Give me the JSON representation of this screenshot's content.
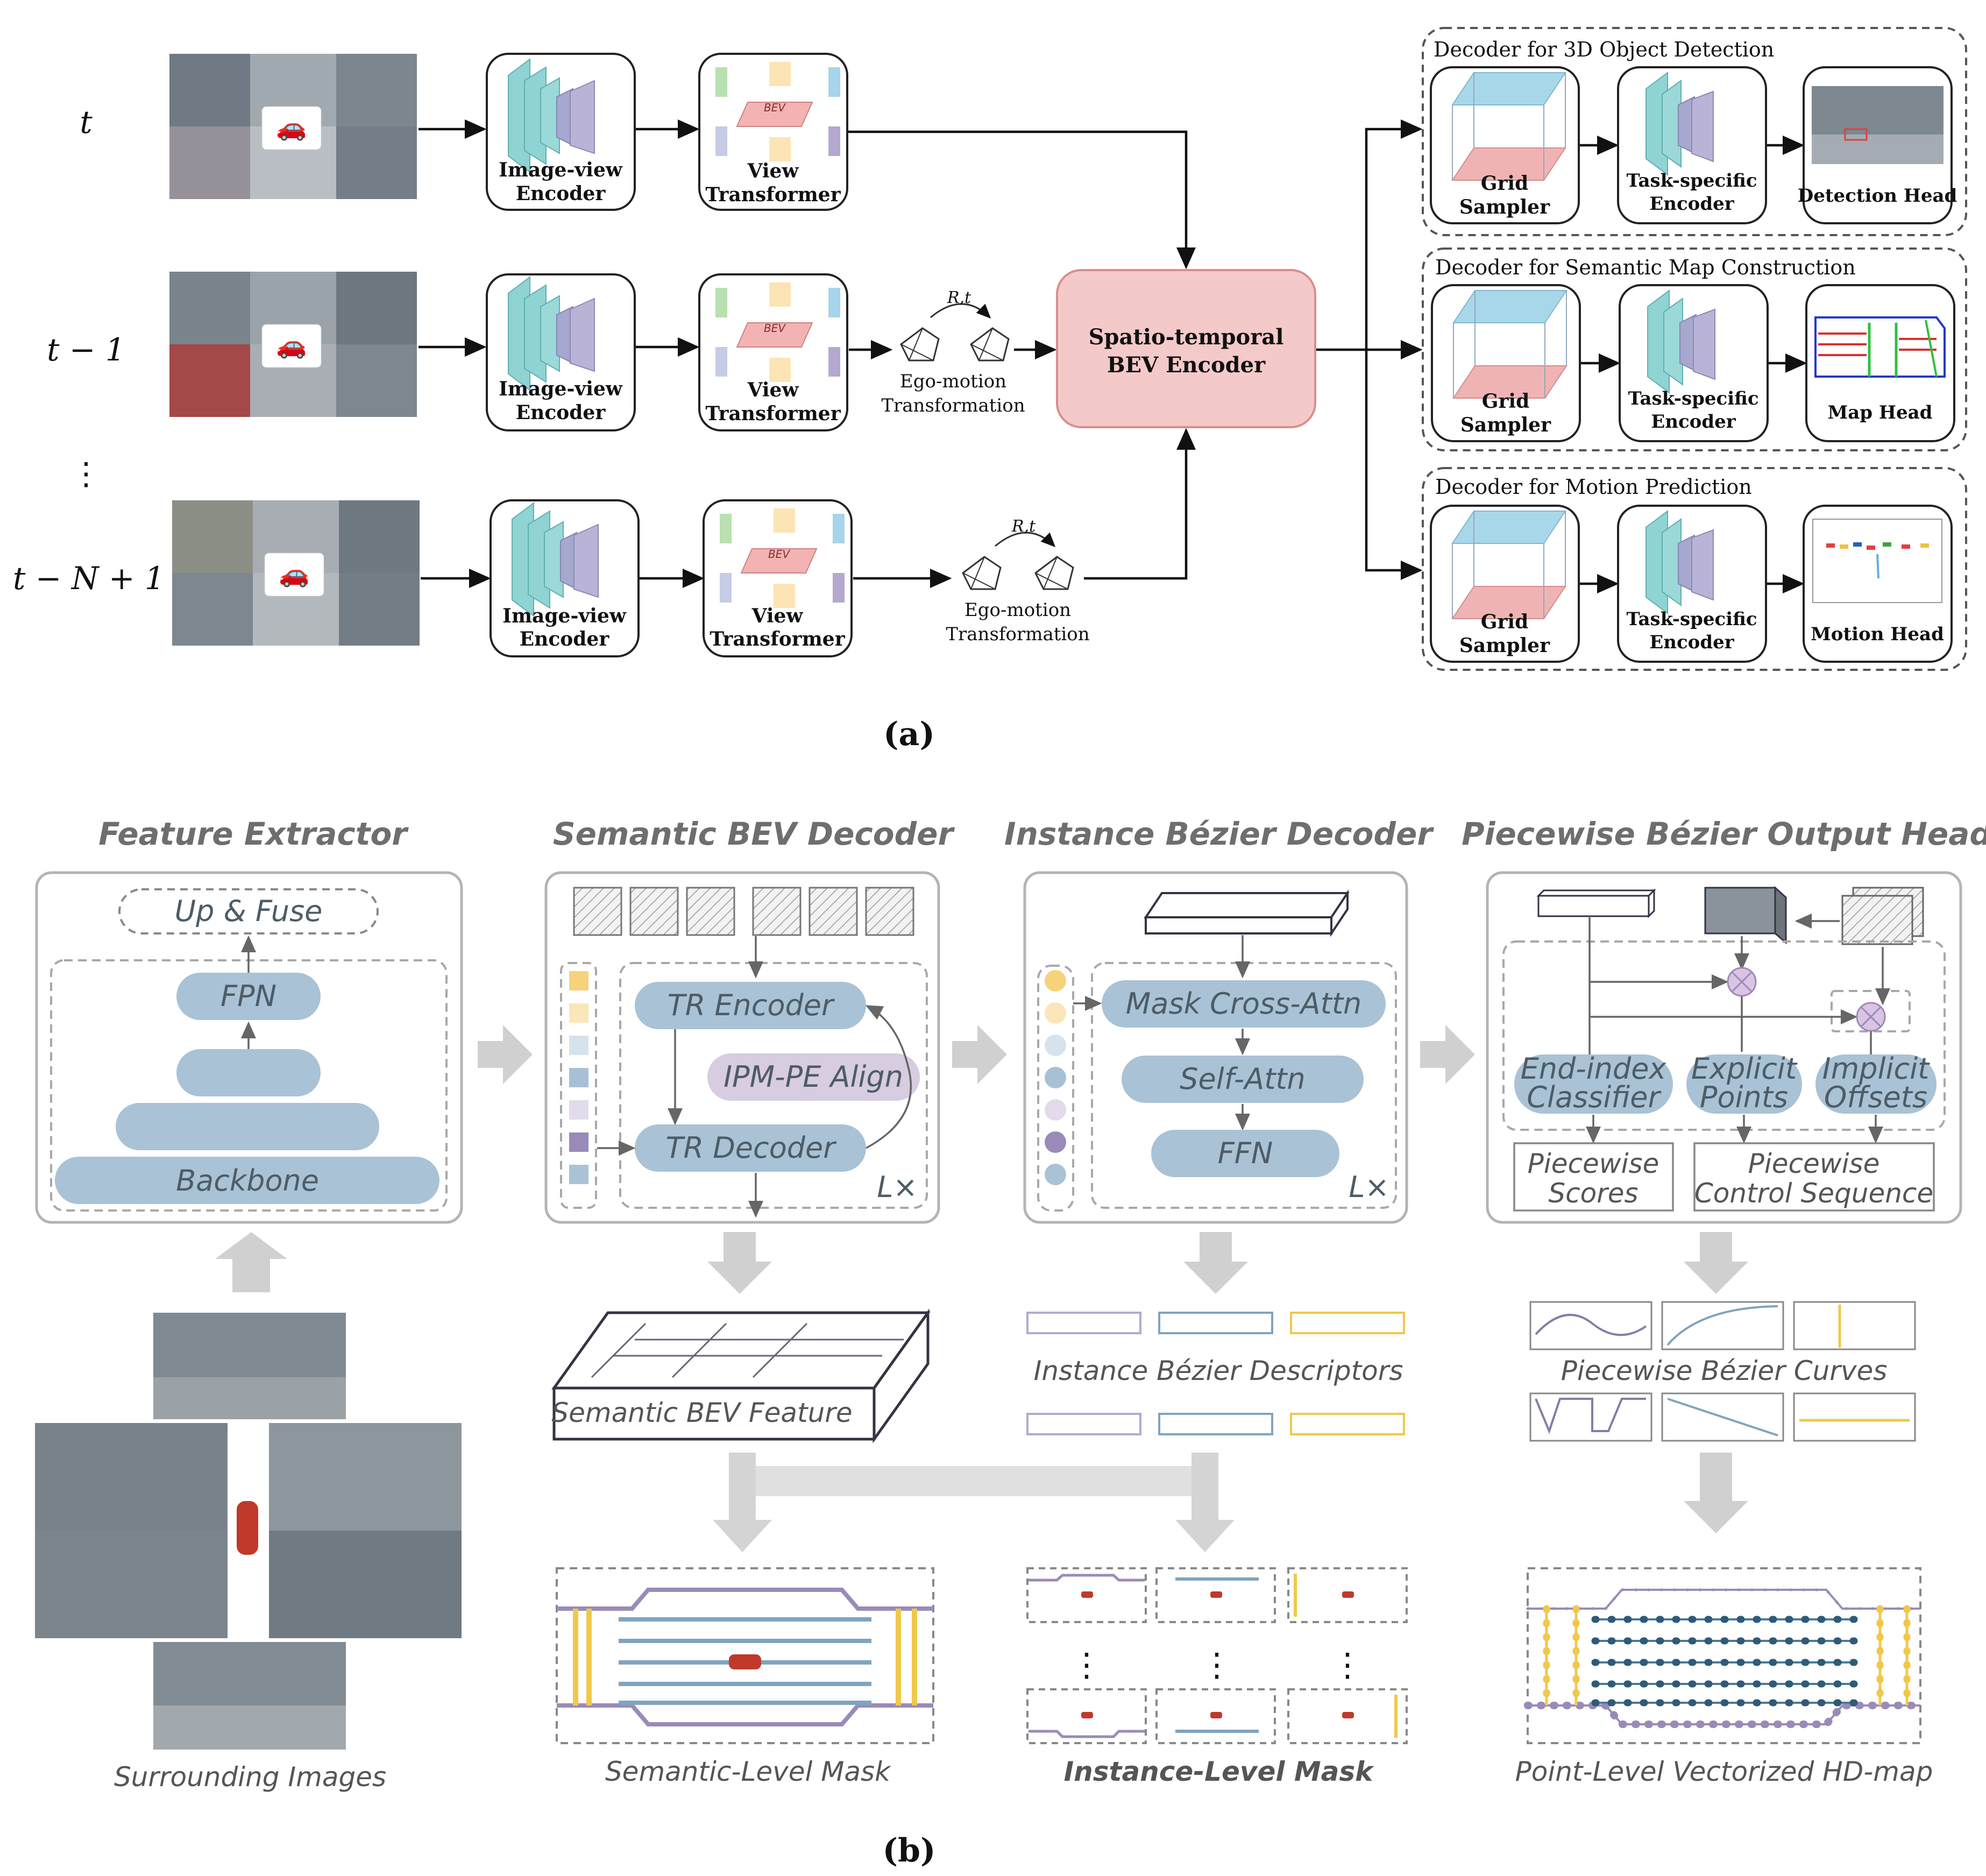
{
  "panel_a": {
    "time_labels": [
      "t",
      "t − 1",
      "⋮",
      "t − N + 1"
    ],
    "image_view_encoder": "Image-view Encoder",
    "image_view_encoder_l1": "Image-view",
    "image_view_encoder_l2": "Encoder",
    "view_transformer_l1": "View",
    "view_transformer_l2": "Transformer",
    "bev_tag": "BEV",
    "ego_motion_rt": "R,t",
    "ego_motion_l1": "Ego-motion",
    "ego_motion_l2": "Transformation",
    "st_encoder_l1": "Spatio-temporal",
    "st_encoder_l2": "BEV Encoder",
    "decoders": [
      {
        "title": "Decoder for 3D Object Detection",
        "head": "Detection Head"
      },
      {
        "title": "Decoder for Semantic Map Construction",
        "head": "Map Head"
      },
      {
        "title": "Decoder for Motion Prediction",
        "head": "Motion Head"
      }
    ],
    "grid_sampler_l1": "Grid",
    "grid_sampler_l2": "Sampler",
    "task_encoder_l1": "Task-specific",
    "task_encoder_l2": "Encoder",
    "caption": "(a)"
  },
  "panel_b": {
    "sections": [
      "Feature Extractor",
      "Semantic BEV Decoder",
      "Instance Bézier Decoder",
      "Piecewise Bézier Output Head"
    ],
    "up_fuse": "Up & Fuse",
    "fpn": "FPN",
    "backbone": "Backbone",
    "surrounding_images": "Surrounding Images",
    "tr_encoder": "TR Encoder",
    "ipm_pe_align": "IPM-PE Align",
    "tr_decoder": "TR Decoder",
    "l_times": "L×",
    "semantic_bev_feature": "Semantic BEV Feature",
    "semantic_level_mask": "Semantic-Level Mask",
    "mask_cross_attn": "Mask Cross-Attn",
    "self_attn": "Self-Attn",
    "ffn": "FFN",
    "instance_bezier_descriptors": "Instance Bézier Descriptors",
    "instance_level_mask": "Instance-Level Mask",
    "end_index_l1": "End-index",
    "end_index_l2": "Classifier",
    "explicit_l1": "Explicit",
    "explicit_l2": "Points",
    "implicit_l1": "Implicit",
    "implicit_l2": "Offsets",
    "piecewise_scores_l1": "Piecewise",
    "piecewise_scores_l2": "Scores",
    "piecewise_ctrl_l1": "Piecewise",
    "piecewise_ctrl_l2": "Control Sequence",
    "piecewise_bezier_curves": "Piecewise Bézier Curves",
    "point_level_hdmap": "Point-Level Vectorized HD-map",
    "caption": "(b)"
  },
  "colors": {
    "encoder_teal": "#8fd3d3",
    "encoder_purple": "#b9b4d6",
    "st_encoder_fill": "#f4c9c9",
    "st_encoder_stroke": "#d98e8e",
    "grid_blue": "#a9d7ea",
    "grid_pink": "#f0b3b3",
    "pill_blue": "#a9c2d6",
    "ipm_pill": "#d7cce0",
    "lane_blue": "#7fa4c0",
    "lane_yellow": "#f0c84a",
    "lane_purple": "#9a8ab8"
  }
}
